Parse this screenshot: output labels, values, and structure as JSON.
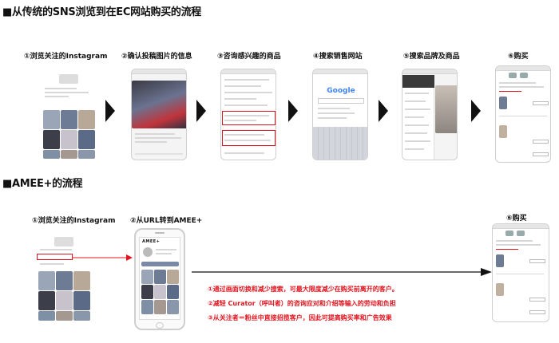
{
  "section1": {
    "title": "■从传统的SNS浏览到在EC网站购买的流程",
    "steps": [
      "①浏览关注的Instagram",
      "②确认投稿图片的信息",
      "③咨询感兴趣的商品",
      "④搜索销售网站",
      "⑤搜索品牌及商品",
      "⑥购买"
    ]
  },
  "section2": {
    "title": "■AMEE+的流程",
    "steps": [
      "①浏览关注的Instagram",
      "②从URL转到AMEE+",
      "⑥购买"
    ],
    "app_header": "AMEE+",
    "benefits": [
      "①通过画面切换和减少搜索，可最大限度减少在购买前离开的客户。",
      "②减轻 Curator（呼叫者）的咨询应对和介绍等输入的劳动和负担",
      "③从关注者＝粉丝中直接招揽客户，因此可提高购买率和广告效果"
    ]
  },
  "search_logo": "Google",
  "colors": {
    "accent_red": "#e0141e",
    "arrow": "#111111"
  }
}
